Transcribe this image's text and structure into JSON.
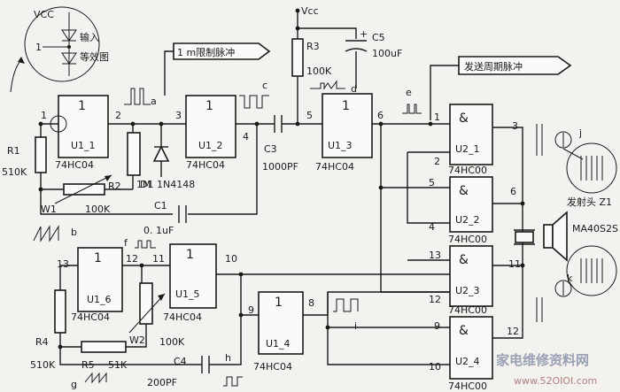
{
  "labels": {
    "vcc_top_left": "VCC",
    "vcc_right": "Vcc",
    "inset_input": "输入",
    "inset_equiv": "等效图",
    "inset_one": "1",
    "pulse_1m": "1 m限制脉冲",
    "pulse_send": "发送周期脉冲",
    "r1": "R1",
    "r1_val": "510K",
    "r2": "R2",
    "r2_val": "1M",
    "w1": "W1",
    "w1_val": "100K",
    "d1": "D1 1N4148",
    "c1": "C1",
    "c1_val": "0. 1uF",
    "c3": "C3",
    "c3_val": "1000PF",
    "r3": "R3",
    "r3_val": "100K",
    "c5": "C5",
    "c5_val": "100uF",
    "r4": "R4",
    "r4_val": "510K",
    "r5": "R5",
    "r5_val": "51K",
    "w2": "W2",
    "w2_val": "100K",
    "c4": "C4",
    "c4_val": "200PF",
    "z1": "发射头 Z1",
    "z1_model": "MA40S2S",
    "sig_a": "a",
    "sig_b": "b",
    "sig_c": "c",
    "sig_d": "d",
    "sig_e": "e",
    "sig_f": "f",
    "sig_g": "g",
    "sig_h": "h",
    "sig_i": "i",
    "sig_j": "j",
    "sig_k": "k",
    "watermark": "家电维修资料网",
    "watermark_url": "www.52OIOI.com"
  },
  "gates": [
    {
      "id": "U1_1",
      "symbol": "1",
      "part": "74HC04",
      "pin_in": "1",
      "pin_out": "2"
    },
    {
      "id": "U1_2",
      "symbol": "1",
      "part": "74HC04",
      "pin_in": "3",
      "pin_out": "4"
    },
    {
      "id": "U1_3",
      "symbol": "1",
      "part": "74HC04",
      "pin_in": "5",
      "pin_out": "6"
    },
    {
      "id": "U1_4",
      "symbol": "1",
      "part": "74HC04",
      "pin_in": "9",
      "pin_out": "8"
    },
    {
      "id": "U1_5",
      "symbol": "1",
      "part": "74HC04",
      "pin_in": "11",
      "pin_out": "10"
    },
    {
      "id": "U1_6",
      "symbol": "1",
      "part": "74HC04",
      "pin_in": "13",
      "pin_out": "12"
    },
    {
      "id": "U2_1",
      "symbol": "&",
      "part": "74HC00",
      "pin_in_a": "1",
      "pin_in_b": "2",
      "pin_out": "3"
    },
    {
      "id": "U2_2",
      "symbol": "&",
      "part": "74HC00",
      "pin_in_a": "5",
      "pin_in_b": "4",
      "pin_out": "6"
    },
    {
      "id": "U2_3",
      "symbol": "&",
      "part": "74HC00",
      "pin_in_a": "13",
      "pin_in_b": "12",
      "pin_out": "11"
    },
    {
      "id": "U2_4",
      "symbol": "&",
      "part": "74HC00",
      "pin_in_a": "9",
      "pin_in_b": "10",
      "pin_out": "12"
    }
  ]
}
